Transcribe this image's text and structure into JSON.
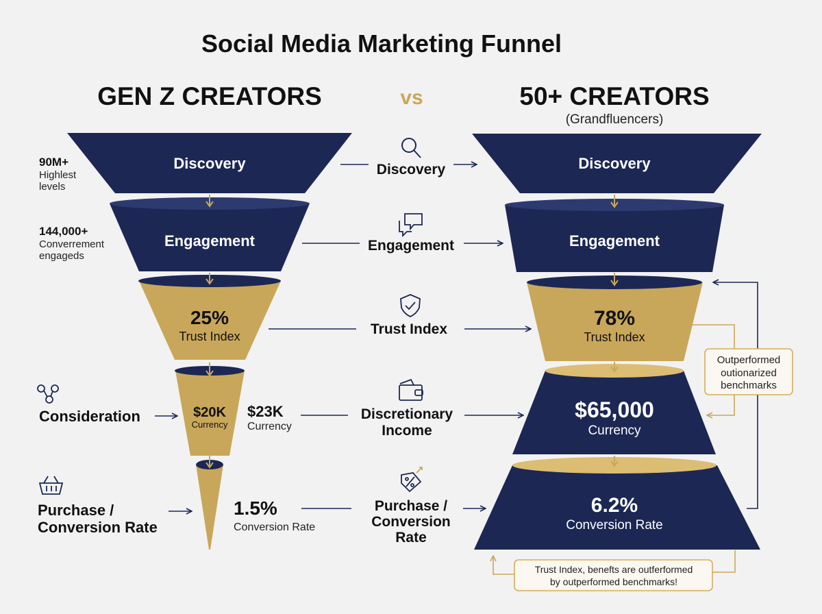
{
  "title": "Social Media Marketing Funnel",
  "colors": {
    "navy": "#1c2754",
    "gold": "#c9a75a",
    "ring_dark": "#2d3a70",
    "ring_gold": "#dcbd74",
    "arrow": "#1c2754",
    "callout_border": "#d6ac5b",
    "text": "#111111"
  },
  "left": {
    "heading": "GEN Z CREATORS",
    "stages": {
      "discovery": "Discovery",
      "engagement": "Engagement",
      "trust_value": "25%",
      "trust_label": "Trust Index",
      "income_value": "$20K",
      "income_label": "Currency",
      "conversion_value": "1.5%",
      "conversion_label": "Conversion Rate"
    },
    "side": {
      "discovery_value": "90M+",
      "discovery_line1": "Highlest",
      "discovery_line2": "levels",
      "engagement_value": "144,000+",
      "engagement_line1": "Converrement",
      "engagement_line2": "engageds",
      "consideration": "Consideration",
      "purchase_line1": "Purchase /",
      "purchase_line2": "Conversion Rate",
      "income_outside_value": "$23K",
      "income_outside_label": "Currency"
    }
  },
  "vs": "vs",
  "middle": {
    "discovery": "Discovery",
    "engagement": "Engagement",
    "trust": "Trust Index",
    "income_line1": "Discretionary",
    "income_line2": "Income",
    "purchase_line1": "Purchase /",
    "purchase_line2": "Conversion",
    "purchase_line3": "Rate",
    "icons": {
      "discovery": "magnifier-icon",
      "engagement": "chat-bubbles-icon",
      "trust": "shield-check-icon",
      "income": "wallet-icon",
      "purchase": "discount-tag-icon",
      "consideration": "network-nodes-icon",
      "basket": "shopping-basket-icon"
    }
  },
  "right": {
    "heading": "50+ CREATORS",
    "subheading": "(Grandfluencers)",
    "stages": {
      "discovery": "Discovery",
      "engagement": "Engagement",
      "trust_value": "78%",
      "trust_label": "Trust Index",
      "income_value": "$65,000",
      "income_label": "Currency",
      "conversion_value": "6.2%",
      "conversion_label": "Conversion Rate"
    },
    "callout_top": [
      "Outperformed",
      "outionarized",
      "benchmarks"
    ],
    "callout_bottom": [
      "Trust Index, benefts are outferformed",
      "by outperformed benchmarks!"
    ]
  }
}
